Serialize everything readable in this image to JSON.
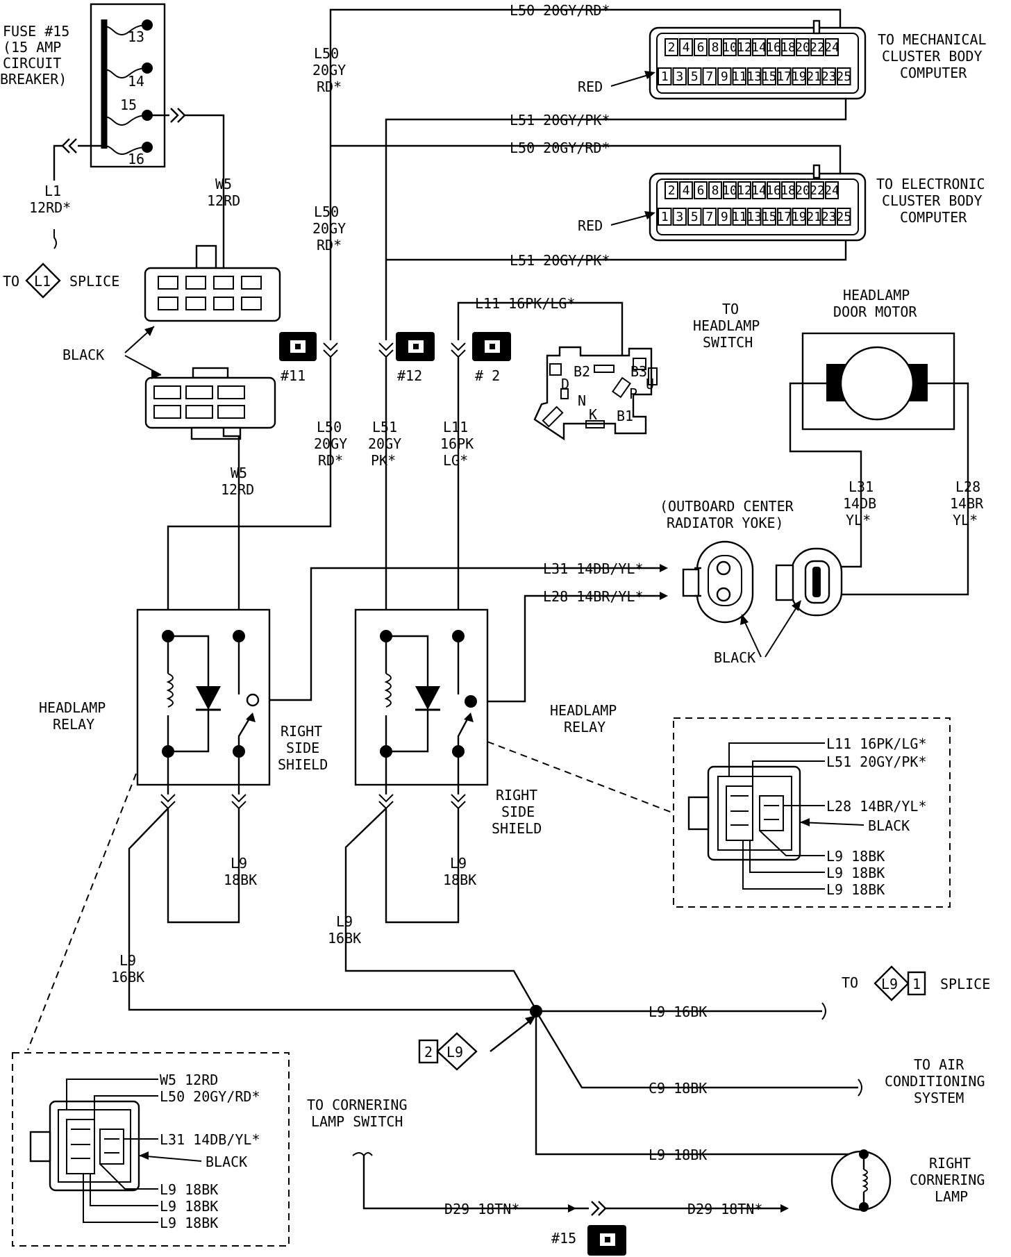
{
  "fuse": {
    "title_lines": [
      "FUSE #15",
      "(15 AMP",
      "CIRCUIT",
      "BREAKER)"
    ],
    "terminals": [
      "13",
      "14",
      "15",
      "16"
    ]
  },
  "circuits": {
    "l1_lines": [
      "L1",
      "12RD*"
    ],
    "w5_upper_lines": [
      "W5",
      "12RD"
    ],
    "w5_lower_lines": [
      "W5",
      "12RD"
    ],
    "l50_v1_lines": [
      "L50",
      "20GY",
      "RD*"
    ],
    "l50_v2_lines": [
      "L50",
      "20GY",
      "RD*"
    ],
    "l50_v3_lines": [
      "L50",
      "20GY",
      "RD*"
    ],
    "l51_v_lines": [
      "L51",
      "20GY",
      "PK*"
    ],
    "l11_v_lines": [
      "L11",
      "16PK",
      "LG*"
    ],
    "l50_top": "L50 20GY/RD*",
    "l51_mid": "L51 20GY/PK*",
    "l50_mid": "L50 20GY/RD*",
    "l51_low": "L51 20GY/PK*",
    "l11_top": "L11 16PK/LG*",
    "l31_h": "L31 14DB/YL*",
    "l28_h": "L28 14BR/YL*",
    "l31_v_lines": [
      "L31",
      "14DB",
      "YL*"
    ],
    "l28_v_lines": [
      "L28",
      "14BR",
      "YL*"
    ],
    "l9_18bk_a_lines": [
      "L9",
      "18BK"
    ],
    "l9_18bk_b_lines": [
      "L9",
      "18BK"
    ],
    "l9_16bk_a_lines": [
      "L9",
      "16BK"
    ],
    "l9_16bk_b_lines": [
      "L9",
      "16BK"
    ],
    "l9_16bk_h": "L9 16BK",
    "c9_18bk_h": "C9 18BK",
    "l9_18bk_h": "L9 18BK",
    "d29_left": "D29 18TN*",
    "d29_right": "D29 18TN*"
  },
  "connectors": {
    "mech": {
      "title_lines": [
        "TO MECHANICAL",
        "CLUSTER BODY",
        "COMPUTER"
      ],
      "top_pins": [
        "2",
        "4",
        "6",
        "8",
        "10",
        "12",
        "14",
        "16",
        "18",
        "20",
        "22",
        "24"
      ],
      "bottom_pins": [
        "1",
        "3",
        "5",
        "7",
        "9",
        "11",
        "13",
        "15",
        "17",
        "19",
        "21",
        "23",
        "25"
      ],
      "color": "RED"
    },
    "elec": {
      "title_lines": [
        "TO ELECTRONIC",
        "CLUSTER BODY",
        "COMPUTER"
      ],
      "top_pins": [
        "2",
        "4",
        "6",
        "8",
        "10",
        "12",
        "14",
        "16",
        "18",
        "20",
        "22",
        "24"
      ],
      "bottom_pins": [
        "1",
        "3",
        "5",
        "7",
        "9",
        "11",
        "13",
        "15",
        "17",
        "19",
        "21",
        "23",
        "25"
      ],
      "color": "RED"
    },
    "black_label": "BLACK",
    "ground_labels": [
      "#11",
      "#12",
      "# 2",
      "#15"
    ]
  },
  "splices": {
    "l1_to": "TO",
    "l1_tag": "L1",
    "l1_splice": "SPLICE",
    "l9_to": "TO",
    "l9_tag": "L9",
    "l9_num": "1",
    "l9_splice": "SPLICE",
    "l9_2_num": "2",
    "l9_2_tag": "L9"
  },
  "switch": {
    "title_lines": [
      "TO",
      "HEADLAMP",
      "SWITCH"
    ],
    "pins": [
      "B2",
      "B3",
      "D",
      "N",
      "P",
      "K",
      "B1",
      "U"
    ]
  },
  "motor": {
    "title_lines": [
      "HEADLAMP",
      "DOOR MOTOR"
    ],
    "yoke_lines": [
      "(OUTBOARD CENTER",
      "RADIATOR YOKE)"
    ],
    "black": "BLACK"
  },
  "relays": {
    "left_title_lines": [
      "HEADLAMP",
      "RELAY"
    ],
    "left_shield_lines": [
      "RIGHT",
      "SIDE",
      "SHIELD"
    ],
    "right_title_lines": [
      "HEADLAMP",
      "RELAY"
    ],
    "right_shield_lines": [
      "RIGHT",
      "SIDE",
      "SHIELD"
    ]
  },
  "inset_right": {
    "wires": [
      "L11 16PK/LG*",
      "L51 20GY/PK*",
      "L28 14BR/YL*",
      "BLACK",
      "L9 18BK",
      "L9 18BK",
      "L9 18BK"
    ]
  },
  "inset_left": {
    "wires": [
      "W5 12RD",
      "L50 20GY/RD*",
      "L31 14DB/YL*",
      "BLACK",
      "L9 18BK",
      "L9 18BK",
      "L9 18BK"
    ]
  },
  "targets": {
    "ac_lines": [
      "TO AIR",
      "CONDITIONING",
      "SYSTEM"
    ],
    "cornering_switch_lines": [
      "TO CORNERING",
      "LAMP SWITCH"
    ],
    "cornering_lamp_lines": [
      "RIGHT",
      "CORNERING",
      "LAMP"
    ]
  }
}
